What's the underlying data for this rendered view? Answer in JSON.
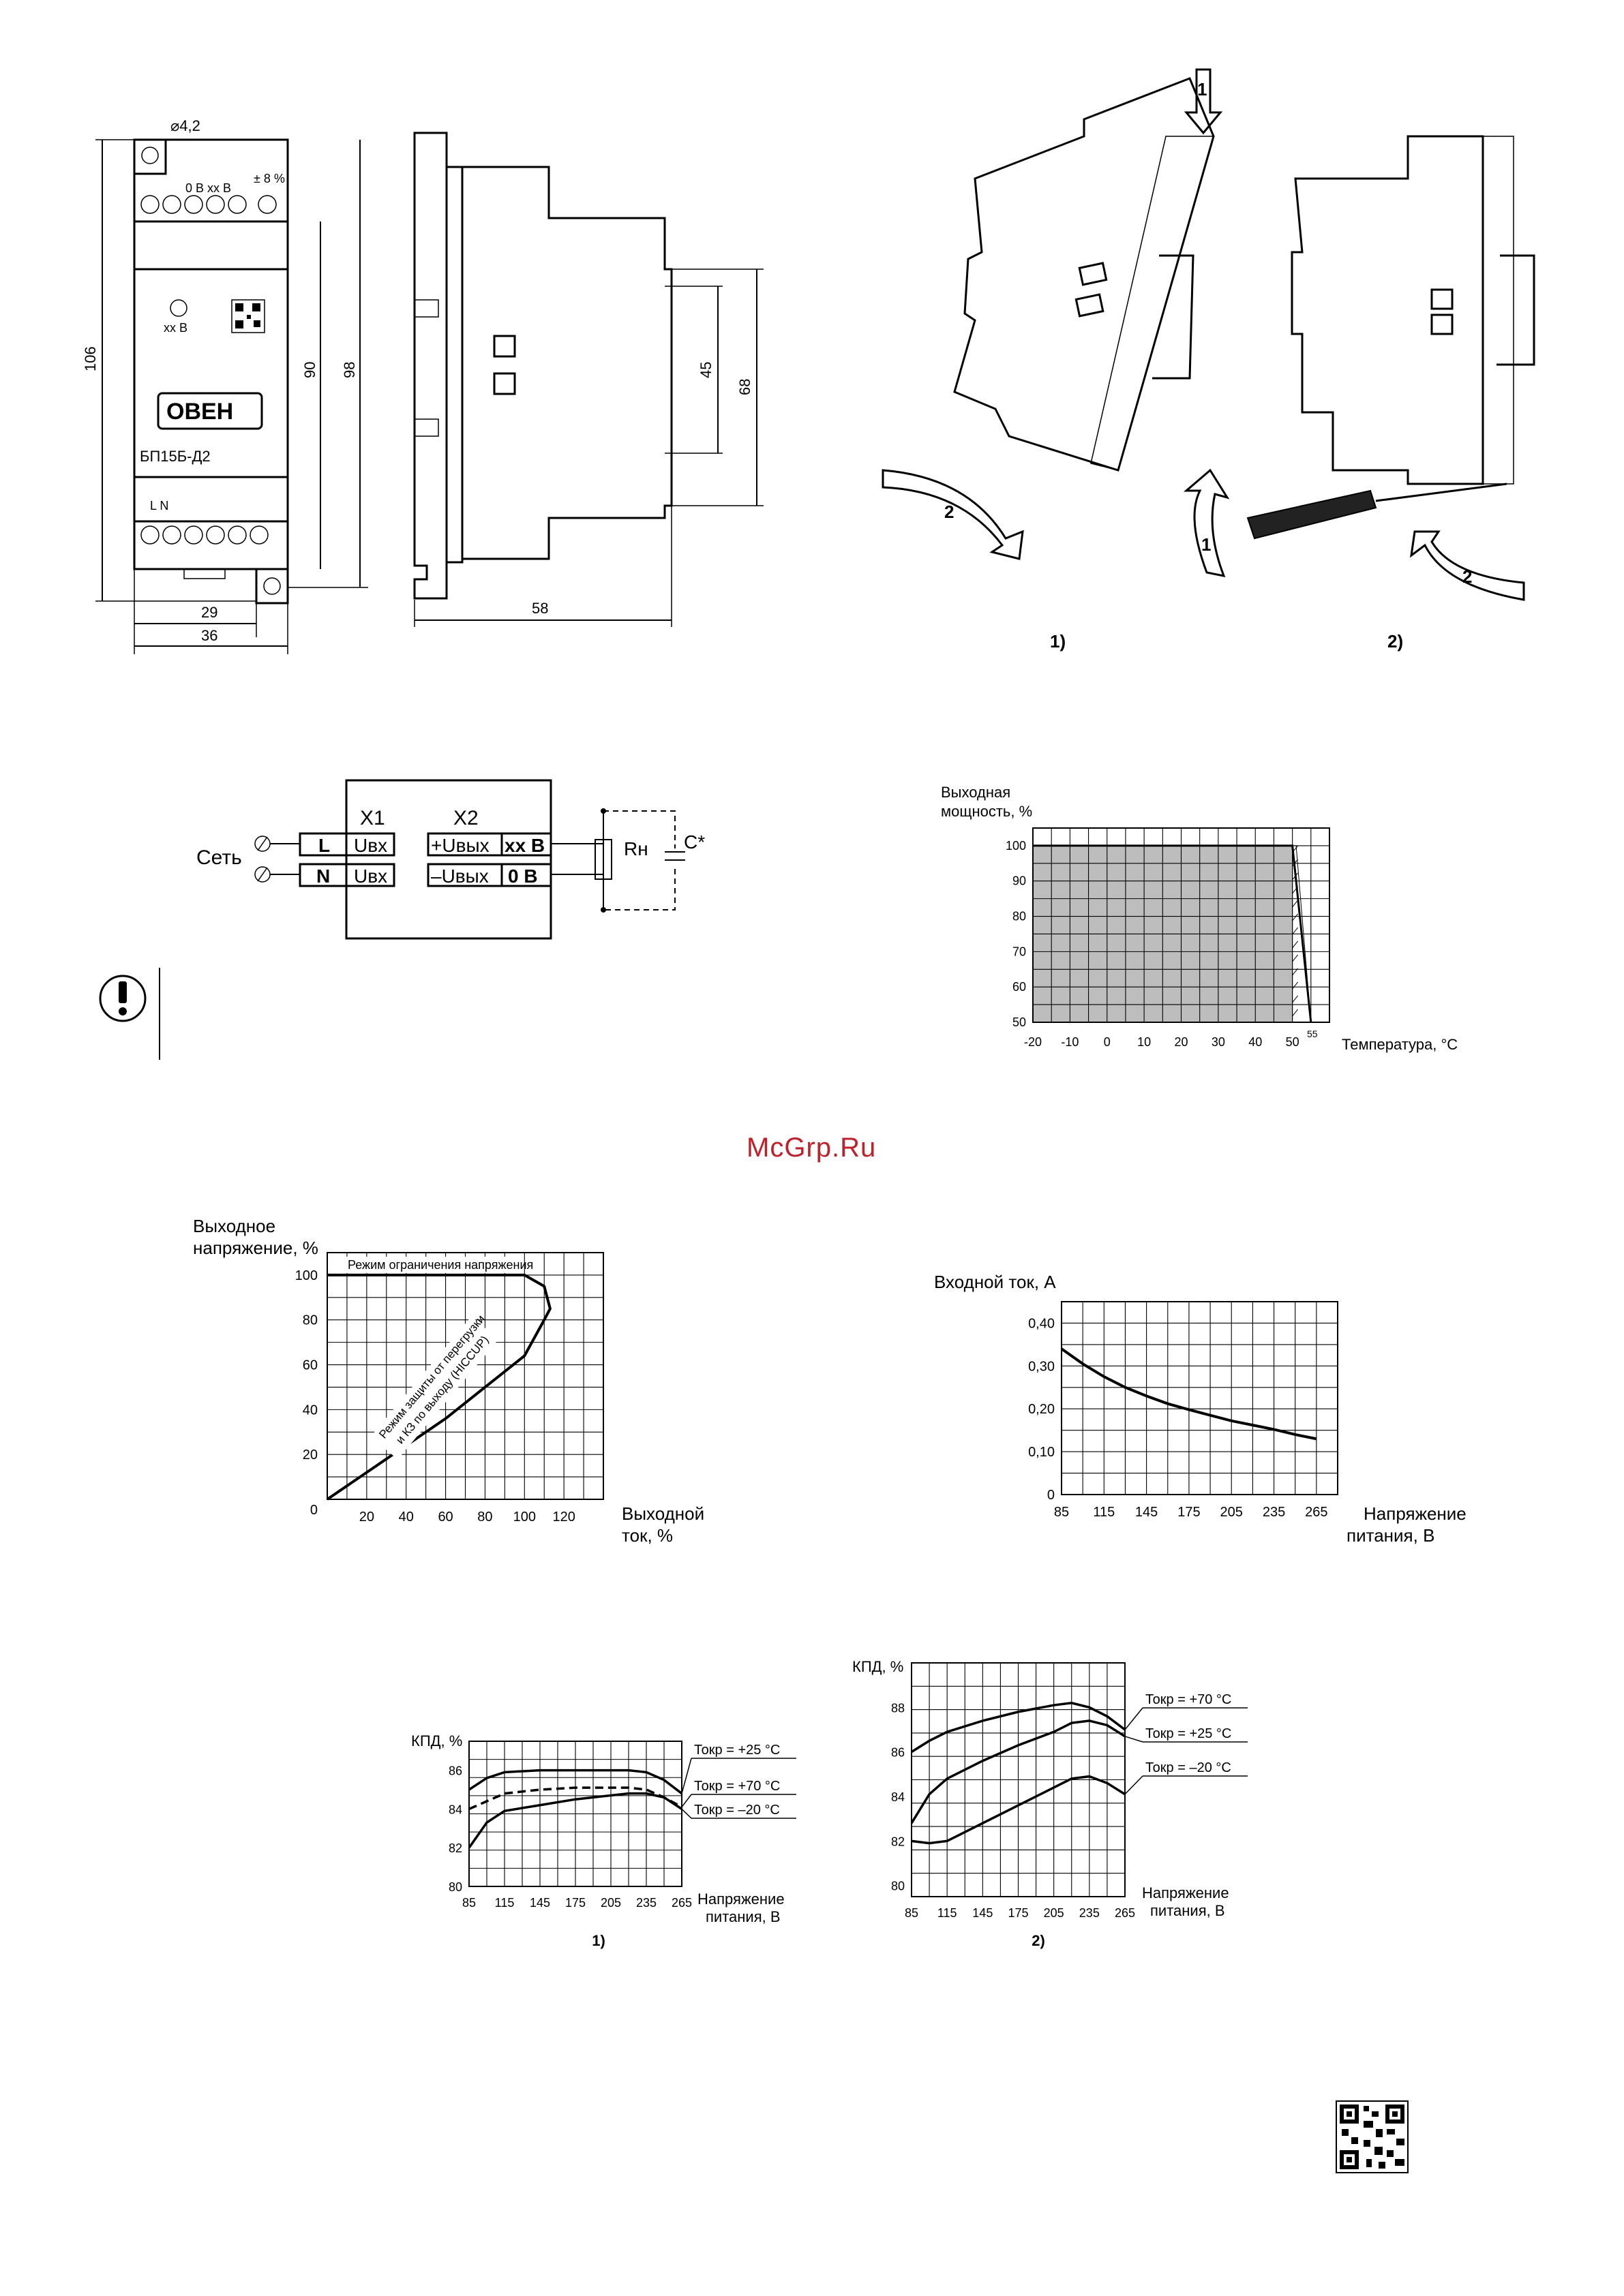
{
  "watermark": "McGrp.Ru",
  "dimensions": {
    "hole": "⌀4,2",
    "d106": "106",
    "d90": "90",
    "d98": "98",
    "d29": "29",
    "d36": "36",
    "d58": "58",
    "d45": "45",
    "d68": "68",
    "terminals_top": "0 В  хх В",
    "tolerance": "± 8 %",
    "led": "хх В",
    "brand": "ОВЕН",
    "model": "БП15Б-Д2",
    "terminals_bottom": "L  N"
  },
  "mounting": {
    "step1": "1",
    "step2": "2",
    "caption1": "1)",
    "caption2": "2)"
  },
  "wiring": {
    "network": "Сеть",
    "x1": "Х1",
    "x2": "Х2",
    "L": "L",
    "N": "N",
    "uin1": "Uвх",
    "uin2": "Uвх",
    "uout_plus": "+Uвых",
    "uout_minus": "–Uвых",
    "xx": "хх В",
    "zero": "0 В",
    "rload": "Rн",
    "cap": "С*"
  },
  "warning_icon": "exclamation-icon",
  "chart_data": [
    {
      "type": "area",
      "ylabel": "Выходная мощность, %",
      "xlabel": "Температура, °С",
      "x_ticks": [
        "-20",
        "-10",
        "0",
        "10",
        "20",
        "30",
        "40",
        "50"
      ],
      "extra_tick": "55",
      "y_ticks": [
        "50",
        "60",
        "70",
        "80",
        "90",
        "100"
      ],
      "x": [
        -20,
        50,
        55
      ],
      "y": [
        100,
        100,
        50
      ],
      "xlim": [
        -20,
        60
      ],
      "ylim": [
        50,
        105
      ],
      "grid": true
    },
    {
      "type": "line",
      "ylabel": "Выходное напряжение, %",
      "xlabel": "Выходной ток, %",
      "annotation_top": "Режим ограничения напряжения",
      "annotation_diag_1": "Режим защиты от перегрузки",
      "annotation_diag_2": "и КЗ по выходу (HICCUP)",
      "x_ticks": [
        "20",
        "40",
        "60",
        "80",
        "100",
        "120"
      ],
      "y_ticks": [
        "20",
        "40",
        "60",
        "80",
        "100"
      ],
      "origin": "0",
      "x": [
        0,
        20,
        40,
        60,
        80,
        100,
        110,
        113,
        110,
        100,
        0
      ],
      "y": [
        0,
        12,
        24,
        36,
        50,
        64,
        80,
        85,
        95,
        100,
        100
      ],
      "xlim": [
        0,
        140
      ],
      "ylim": [
        0,
        110
      ],
      "grid": true
    },
    {
      "type": "line",
      "ylabel": "Входной ток, А",
      "xlabel": "Напряжение питания, В",
      "x_ticks": [
        "85",
        "115",
        "145",
        "175",
        "205",
        "235",
        "265"
      ],
      "y_ticks": [
        "0",
        "0,10",
        "0,20",
        "0,30",
        "0,40"
      ],
      "x": [
        85,
        100,
        115,
        130,
        145,
        160,
        175,
        190,
        205,
        220,
        235,
        250,
        265
      ],
      "y": [
        0.34,
        0.305,
        0.275,
        0.25,
        0.23,
        0.212,
        0.198,
        0.185,
        0.172,
        0.162,
        0.152,
        0.14,
        0.13
      ],
      "xlim": [
        85,
        280
      ],
      "ylim": [
        0,
        0.45
      ],
      "grid": true
    },
    {
      "type": "line",
      "caption": "1)",
      "ylabel": "КПД, %",
      "xlabel": "Напряжение питания, В",
      "x_ticks": [
        "85",
        "115",
        "145",
        "175",
        "205",
        "235",
        "265"
      ],
      "y_ticks": [
        "80",
        "82",
        "84",
        "86"
      ],
      "xlim": [
        85,
        265
      ],
      "ylim": [
        80,
        87.5
      ],
      "grid": true,
      "series": [
        {
          "name": "Токр = +25 °С",
          "dashed": false,
          "x": [
            85,
            100,
            115,
            145,
            175,
            205,
            220,
            235,
            250,
            265
          ],
          "y": [
            85,
            85.6,
            85.9,
            86,
            86,
            86,
            86,
            85.9,
            85.5,
            84.8
          ]
        },
        {
          "name": "Токр = +70 °С",
          "dashed": true,
          "x": [
            85,
            100,
            115,
            145,
            175,
            205,
            220,
            235,
            250,
            265
          ],
          "y": [
            84,
            84.4,
            84.8,
            85,
            85.1,
            85.1,
            85.1,
            85,
            84.6,
            84.1
          ]
        },
        {
          "name": "Токр = –20 °С",
          "dashed": false,
          "x": [
            85,
            100,
            115,
            145,
            175,
            205,
            220,
            235,
            250,
            265
          ],
          "y": [
            82,
            83.3,
            83.9,
            84.2,
            84.5,
            84.7,
            84.8,
            84.8,
            84.6,
            84
          ]
        }
      ]
    },
    {
      "type": "line",
      "caption": "2)",
      "ylabel": "КПД, %",
      "xlabel": "Напряжение питания, В",
      "x_ticks": [
        "85",
        "115",
        "145",
        "175",
        "205",
        "235",
        "265"
      ],
      "y_ticks": [
        "80",
        "82",
        "84",
        "86",
        "88"
      ],
      "xlim": [
        85,
        265
      ],
      "ylim": [
        79.5,
        90
      ],
      "grid": true,
      "series": [
        {
          "name": "Токр = +70 °С",
          "dashed": false,
          "x": [
            85,
            100,
            115,
            145,
            175,
            205,
            220,
            235,
            250,
            265
          ],
          "y": [
            86,
            86.5,
            86.9,
            87.4,
            87.8,
            88.1,
            88.2,
            88,
            87.6,
            87
          ]
        },
        {
          "name": "Токр = +25 °С",
          "dashed": false,
          "x": [
            85,
            100,
            115,
            145,
            175,
            205,
            220,
            235,
            250,
            265
          ],
          "y": [
            82.8,
            84.1,
            84.8,
            85.6,
            86.3,
            86.9,
            87.3,
            87.4,
            87.2,
            86.7
          ]
        },
        {
          "name": "Токр = –20 °С",
          "dashed": false,
          "x": [
            85,
            100,
            115,
            145,
            175,
            205,
            220,
            235,
            250,
            265
          ],
          "y": [
            82,
            81.9,
            82,
            82.8,
            83.6,
            84.4,
            84.8,
            84.9,
            84.6,
            84.1
          ]
        }
      ]
    }
  ]
}
